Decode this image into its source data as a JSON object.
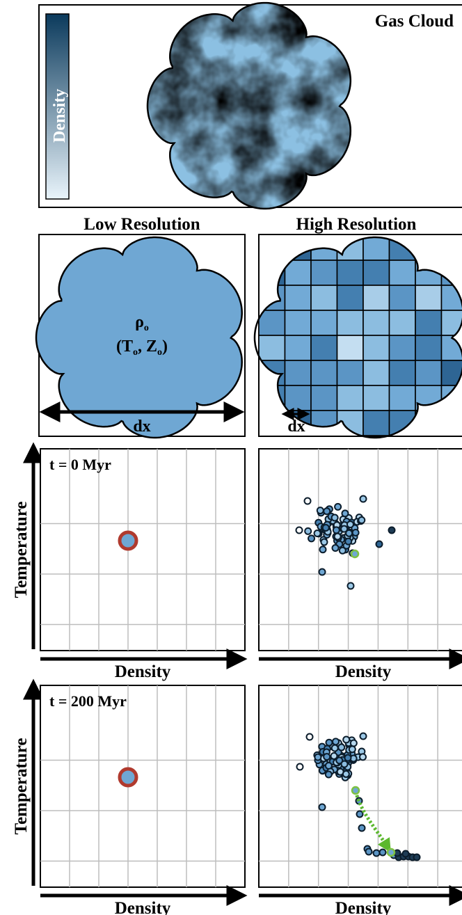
{
  "gas_cloud": {
    "title": "Gas Cloud",
    "colorbar_label": "Density",
    "colorbar_colors": [
      "#0b3a5c",
      "#e9f4fb"
    ]
  },
  "low_res": {
    "heading": "Low Resolution",
    "density_symbol": "ρ",
    "density_sub": "o",
    "temp_symbol": "T",
    "metal_symbol": "Z",
    "sub": "o",
    "cell_label": "dx",
    "fill": "#6fa7d3"
  },
  "high_res": {
    "heading": "High Resolution",
    "cell_label": "dx"
  },
  "phase_plots": [
    {
      "time_label": "t = 0 Myr",
      "ylabel": "Temperature",
      "xlabel": "Density"
    },
    {
      "time_label": "t = 200 Myr",
      "ylabel": "Temperature",
      "xlabel": "Density"
    }
  ],
  "colors": {
    "single_marker_edge": "#b03a2e",
    "single_marker_fill": "#6fa7d3",
    "highlight_particle": "#7dc242",
    "trajectory_arrow": "#5cb82e"
  }
}
